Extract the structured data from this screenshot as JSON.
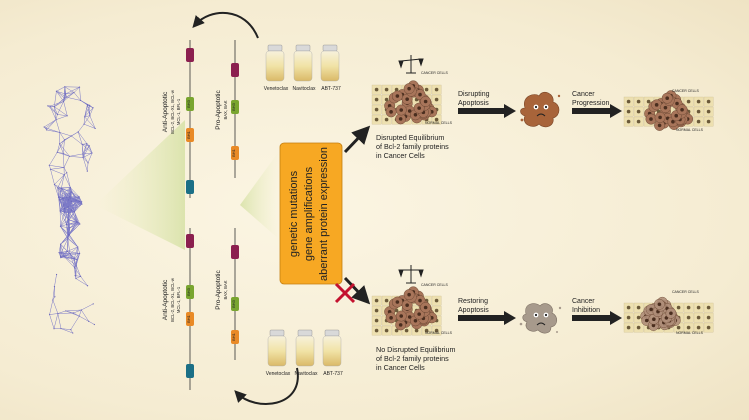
{
  "top": {
    "anti_label": "Anti-Apoptotic",
    "anti_proteins_1": "BCL-2, BCL-XL, BCL-w",
    "anti_proteins_2": "MCL-1, BFL-1",
    "pro_label": "Pro-Apoptotic",
    "pro_proteins": "BAX, BAK",
    "drugs": [
      "Venetoclax",
      "Navitoclax",
      "ABT-737"
    ],
    "cancer_cells_label": "CANCER CELLS",
    "normal_cells_label": "NORMAL CELLS",
    "state_lines": [
      "Disrupted Equilibrium",
      "of Bcl-2 family proteins",
      "in Cancer Cells"
    ],
    "step1": [
      "Disrupting",
      "Apoptosis"
    ],
    "step2": [
      "Cancer",
      "Progression"
    ]
  },
  "bottom": {
    "anti_label": "Anti-Apoptotic",
    "anti_proteins_1": "BCL-2, BCL-XL, BCL-w",
    "anti_proteins_2": "MCL-1, BFL-1",
    "pro_label": "Pro-Apoptotic",
    "pro_proteins": "BAX, BAK",
    "drugs": [
      "Venetoclax",
      "Navitoclax",
      "ABT-737"
    ],
    "cancer_cells_label": "CANCER CELLS",
    "normal_cells_label": "NORMAL CELLS",
    "state_lines": [
      "No Disrupted Equilibrium",
      "of Bcl-2 family proteins",
      "in Cancer Cells"
    ],
    "step1": [
      "Restoring",
      "Apoptosis"
    ],
    "step2": [
      "Cancer",
      "Inhibition"
    ]
  },
  "center_box": {
    "lines": [
      "genetic mutations",
      "gene amplifications",
      "aberrant protein expression"
    ],
    "color": "#f7a823"
  },
  "domain_labels": {
    "top_anti_1": "BH4",
    "top_anti_2": "BH3",
    "top_anti_3": "BH1",
    "top_pro_1": "BH3",
    "top_pro_2": "BH1",
    "bot_anti_1": "BH4",
    "bot_anti_2": "BH3",
    "bot_anti_3": "BH1",
    "bot_pro_1": "BH3",
    "bot_pro_2": "BH1"
  },
  "colors": {
    "bh_magenta": "#8b1f4f",
    "bh_green": "#79a52f",
    "bh_orange": "#e98a26",
    "bh_teal": "#1b6f86",
    "cancer_cell": "#a8755a",
    "normal_cell": "#ede0b0",
    "arrow": "#222222",
    "reject_x": "#c4122f"
  }
}
